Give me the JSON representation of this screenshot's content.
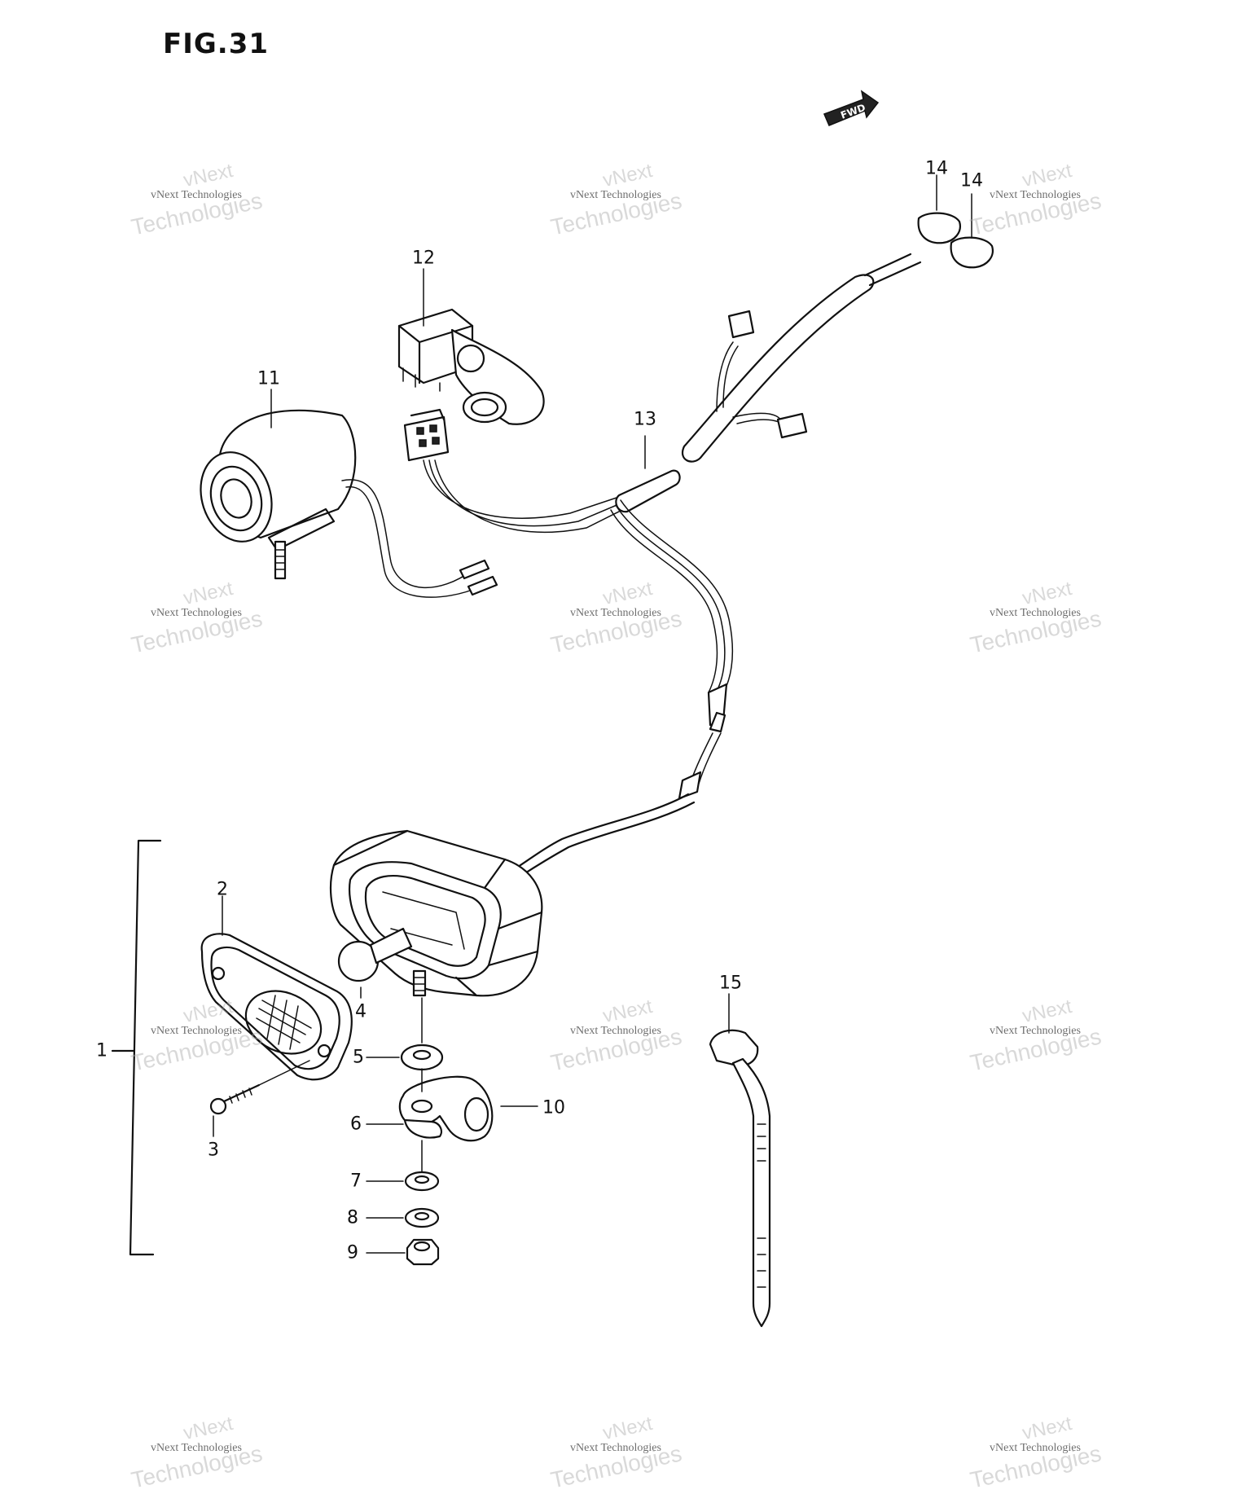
{
  "figure": {
    "title": "FIG.31"
  },
  "fwd_badge": "FWD",
  "callouts": {
    "c1": "1",
    "c2": "2",
    "c3": "3",
    "c4": "4",
    "c5": "5",
    "c6": "6",
    "c7": "7",
    "c8": "8",
    "c9": "9",
    "c10": "10",
    "c11": "11",
    "c12": "12",
    "c13": "13",
    "c14a": "14",
    "c14b": "14",
    "c15": "15"
  },
  "watermark": {
    "brand": "vNext",
    "line": "vNext Technologies",
    "word": "Technologies"
  }
}
